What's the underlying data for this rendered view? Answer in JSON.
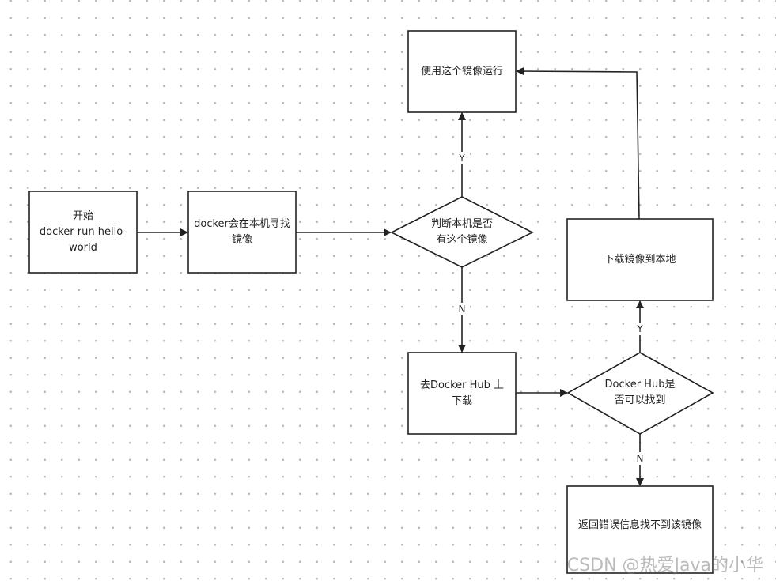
{
  "nodes": {
    "start": {
      "lines": [
        "开始",
        "docker run hello-",
        "world"
      ]
    },
    "search_local": {
      "lines": [
        "docker会在本机寻找",
        "镜像"
      ]
    },
    "check_local": {
      "lines": [
        "判断本机是否",
        "有这个镜像"
      ]
    },
    "run_image": {
      "lines": [
        "使用这个镜像运行"
      ]
    },
    "pull_hub": {
      "lines": [
        "去Docker Hub 上",
        "下载"
      ]
    },
    "check_hub": {
      "lines": [
        "Docker Hub是",
        "否可以找到"
      ]
    },
    "download_local": {
      "lines": [
        "下载镜像到本地"
      ]
    },
    "return_error": {
      "lines": [
        "返回错误信息找不到该镜像"
      ]
    }
  },
  "edges": {
    "check_local_yes": "Y",
    "check_local_no": "N",
    "check_hub_yes": "Y",
    "check_hub_no": "N"
  },
  "watermark": "CSDN @热爱Java的小华",
  "colors": {
    "stroke": "#222222",
    "grid_dot": "#b8b8b8"
  }
}
